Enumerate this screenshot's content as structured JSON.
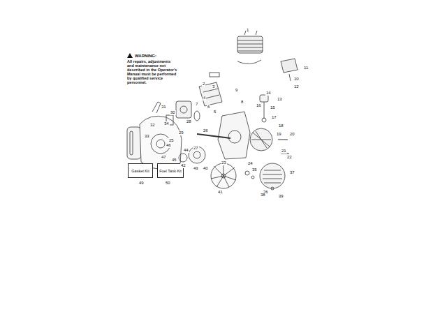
{
  "diagram": {
    "nodes": [
      {
        "text": [
          "Gasket Kit"
        ]
      },
      {
        "text": [
          "Fuel Tank Kit"
        ]
      }
    ],
    "labels": [
      "WARNING:",
      "All repairs, adjustments and maintenance not described in the Operator's Manual must be performed by qualified service personnel.",
      "1",
      "2",
      "3",
      "4",
      "5",
      "6",
      "7",
      "8",
      "9",
      "10",
      "11",
      "12",
      "13",
      "14",
      "15",
      "16",
      "17",
      "18",
      "19",
      "20",
      "21",
      "22",
      "23",
      "24",
      "25",
      "26",
      "27",
      "28",
      "29",
      "30",
      "31",
      "32",
      "33",
      "34",
      "35",
      "36",
      "37",
      "38",
      "39",
      "40",
      "41",
      "42",
      "43",
      "44",
      "45",
      "46",
      "47",
      "49",
      "50"
    ]
  }
}
